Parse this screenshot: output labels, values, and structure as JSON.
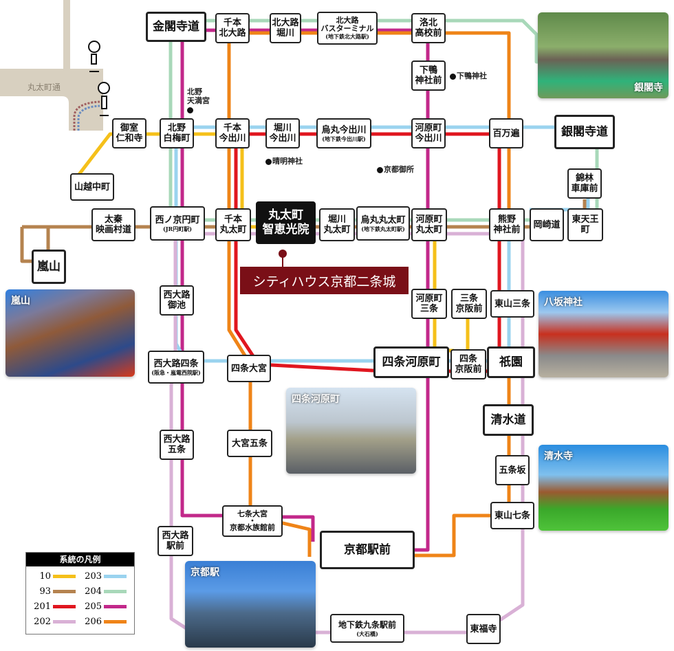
{
  "title": "京都市バス路線図",
  "road": {
    "label": "丸太町通"
  },
  "property": {
    "label": "シティハウス京都二条城",
    "nearest_stop": "丸太町\n智恵光院"
  },
  "legend": {
    "title": "系統の凡例",
    "items": [
      {
        "route": "10",
        "color": "#f5c01a"
      },
      {
        "route": "93",
        "color": "#b5834f"
      },
      {
        "route": "201",
        "color": "#e0161f"
      },
      {
        "route": "202",
        "color": "#d9b1d6"
      },
      {
        "route": "203",
        "color": "#9ad3ef"
      },
      {
        "route": "204",
        "color": "#a8d8b9"
      },
      {
        "route": "205",
        "color": "#c2288a"
      },
      {
        "route": "206",
        "color": "#ef8418"
      }
    ]
  },
  "stops": [
    {
      "id": "kinkakuji",
      "label": "金閣寺道",
      "major": true
    },
    {
      "id": "senbon_kitaoji",
      "label": "千本\n北大路"
    },
    {
      "id": "kitaoji_horikawa",
      "label": "北大路\n堀川"
    },
    {
      "id": "kitaoji_bt",
      "label": "北大路\nバスターミナル",
      "sub": "(地下鉄北大路駅)"
    },
    {
      "id": "rakuhoku",
      "label": "洛北\n高校前"
    },
    {
      "id": "shimogamo",
      "label": "下鴨\n神社前"
    },
    {
      "id": "omuro",
      "label": "御室\n仁和寺"
    },
    {
      "id": "kitano_hakubai",
      "label": "北野\n白梅町"
    },
    {
      "id": "senbon_imade",
      "label": "千本\n今出川"
    },
    {
      "id": "horikawa_imade",
      "label": "堀川\n今出川"
    },
    {
      "id": "karasuma_imade",
      "label": "烏丸今出川",
      "sub": "(地下鉄今出川駅)"
    },
    {
      "id": "kawaramachi_imade",
      "label": "河原町\n今出川"
    },
    {
      "id": "hyakumanben",
      "label": "百万遍"
    },
    {
      "id": "ginkakuji",
      "label": "銀閣寺道",
      "major": true
    },
    {
      "id": "yamagoe",
      "label": "山越中町"
    },
    {
      "id": "nishikibayashi",
      "label": "錦林\n車庫前"
    },
    {
      "id": "uzumasa",
      "label": "太秦\n映画村道"
    },
    {
      "id": "nishinokyo",
      "label": "西ノ京円町",
      "sub": "(JR円町駅)"
    },
    {
      "id": "senbon_maruta",
      "label": "千本\n丸太町"
    },
    {
      "id": "horikawa_maruta",
      "label": "堀川\n丸太町"
    },
    {
      "id": "karasuma_maruta",
      "label": "烏丸丸太町",
      "sub": "(地下鉄丸太町駅)"
    },
    {
      "id": "kawaramachi_maruta",
      "label": "河原町\n丸太町"
    },
    {
      "id": "kumano",
      "label": "熊野\n神社前"
    },
    {
      "id": "okazaki",
      "label": "岡崎道"
    },
    {
      "id": "higashitenno",
      "label": "東天王\n町"
    },
    {
      "id": "arashiyama",
      "label": "嵐山",
      "major": true
    },
    {
      "id": "nishioji_oike",
      "label": "西大路\n御池"
    },
    {
      "id": "kawaramachi_sanjo",
      "label": "河原町\n三条"
    },
    {
      "id": "sanjo_keihan",
      "label": "三条\n京阪前"
    },
    {
      "id": "higashiyama_sanjo",
      "label": "東山三条"
    },
    {
      "id": "nishioji_shijo",
      "label": "西大路四条",
      "sub": "(阪急・嵐電西院駅)"
    },
    {
      "id": "shijo_omiya",
      "label": "四条大宮"
    },
    {
      "id": "shijo_kawaramachi",
      "label": "四条河原町",
      "major": true
    },
    {
      "id": "shijo_keihan",
      "label": "四条\n京阪前"
    },
    {
      "id": "gion",
      "label": "祇園",
      "major": true
    },
    {
      "id": "kiyomizu",
      "label": "清水道",
      "major": true
    },
    {
      "id": "nishioji_gojo",
      "label": "西大路\n五条"
    },
    {
      "id": "omiya_gojo",
      "label": "大宮五条"
    },
    {
      "id": "gojozaka",
      "label": "五条坂"
    },
    {
      "id": "shichijo_omiya",
      "label": "七条大宮\n・\n京都水族館前"
    },
    {
      "id": "higashiyama_shichijo",
      "label": "東山七条"
    },
    {
      "id": "nishioji_eki",
      "label": "西大路\n駅前"
    },
    {
      "id": "kyoto_eki",
      "label": "京都駅前",
      "major": true
    },
    {
      "id": "kujo",
      "label": "地下鉄九条駅前",
      "sub": "(大石橋)"
    },
    {
      "id": "tofukuji",
      "label": "東福寺"
    }
  ],
  "landmarks": [
    {
      "label": "北野\n天満宮"
    },
    {
      "label": "下鴨神社"
    },
    {
      "label": "晴明神社"
    },
    {
      "label": "京都御所"
    }
  ],
  "photos": [
    {
      "caption": "銀閣寺"
    },
    {
      "caption": "嵐山"
    },
    {
      "caption": "八坂神社"
    },
    {
      "caption": "四条河原町"
    },
    {
      "caption": "清水寺"
    },
    {
      "caption": "京都駅"
    }
  ]
}
